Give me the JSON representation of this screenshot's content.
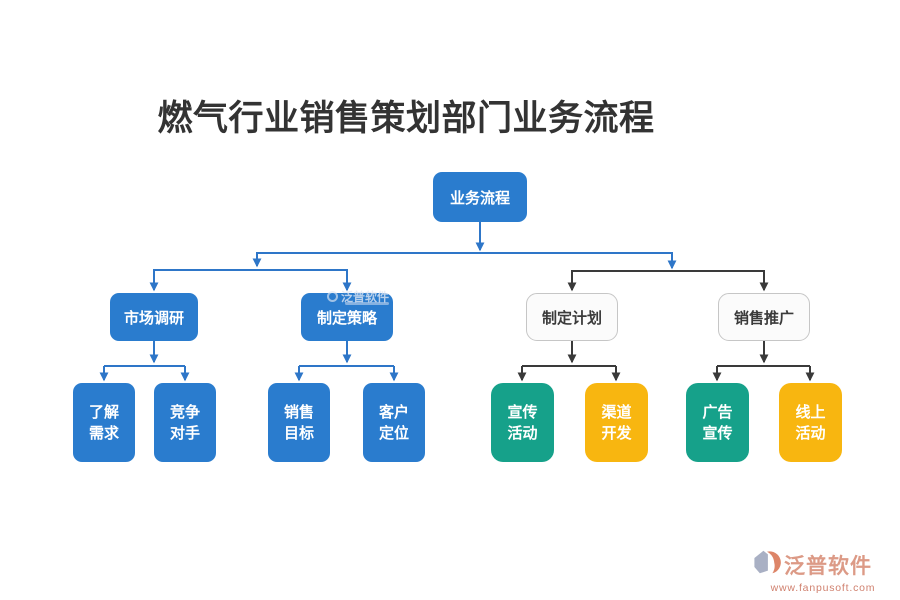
{
  "title": "燃气行业销售策划部门业务流程",
  "colors": {
    "node_blue": "#2a7cce",
    "node_teal": "#16a18a",
    "node_yellow": "#f8b610",
    "outline_fill": "#fbfbfb",
    "outline_border": "#c6c6c6",
    "connector_blue": "#2e76c8",
    "connector_dark": "#3a3a3a",
    "title_color": "#333333",
    "footer_salmon": "#dc9a86"
  },
  "nodes": {
    "root": {
      "label": "业务流程"
    },
    "market_research": {
      "label": "市场调研"
    },
    "strategy": {
      "label": "制定策略"
    },
    "planning": {
      "label": "制定计划"
    },
    "promotion": {
      "label": "销售推广"
    },
    "understand_needs": {
      "label": "了解\n需求"
    },
    "competitors": {
      "label": "竞争\n对手"
    },
    "sales_target": {
      "label": "销售\n目标"
    },
    "customer_positioning": {
      "label": "客户\n定位"
    },
    "publicity_campaign": {
      "label": "宣传\n活动"
    },
    "channel_development": {
      "label": "渠道\n开发"
    },
    "ad_publicity": {
      "label": "广告\n宣传"
    },
    "online_activity": {
      "label": "线上\n活动"
    }
  },
  "watermark": {
    "text": "泛普软件"
  },
  "footer": {
    "brand": "泛普软件",
    "url": "www.fanpusoft.com"
  }
}
